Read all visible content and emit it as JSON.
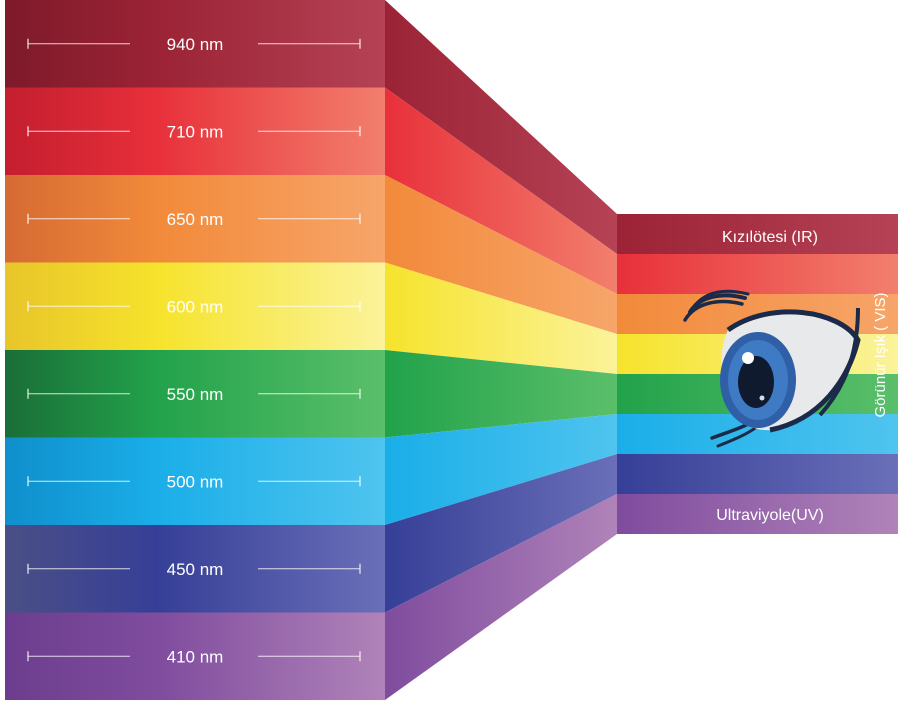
{
  "bands": [
    {
      "label": "940 nm",
      "color_light": "#b54255",
      "color_mid": "#9b2335",
      "color_dark": "#7d1a2a"
    },
    {
      "label": "710 nm",
      "color_light": "#f27f6d",
      "color_mid": "#e8303a",
      "color_dark": "#c41e2f"
    },
    {
      "label": "650 nm",
      "color_light": "#f7a56a",
      "color_mid": "#f28a3a",
      "color_dark": "#d56b33"
    },
    {
      "label": "600 nm",
      "color_light": "#fbf39a",
      "color_mid": "#f6e32c",
      "color_dark": "#e8c52a"
    },
    {
      "label": "550 nm",
      "color_light": "#5bbf6a",
      "color_mid": "#22a24b",
      "color_dark": "#1a6e37"
    },
    {
      "label": "500 nm",
      "color_light": "#4fc4ef",
      "color_mid": "#1aaee8",
      "color_dark": "#0f8fcc"
    },
    {
      "label": "450 nm",
      "color_light": "#6a6fb8",
      "color_mid": "#363f97",
      "color_dark": "#4a4f85"
    },
    {
      "label": "410 nm",
      "color_light": "#b083b9",
      "color_mid": "#7f4c9e",
      "color_dark": "#6c3d8e"
    }
  ],
  "labels": {
    "infrared": "Kızılötesi (IR)",
    "visible": "Görünür Işık ( VIS)",
    "ultraviolet": "Ultraviyole(UV)"
  },
  "icons": [
    "eye-icon"
  ]
}
